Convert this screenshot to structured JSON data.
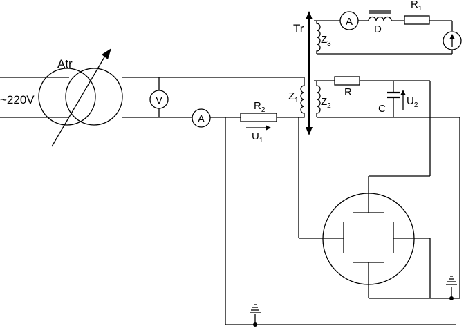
{
  "labels": {
    "source": "~220V",
    "autotransformer": "Atr",
    "transformer": "Tr",
    "voltmeter": "V",
    "ammeter_primary": "A",
    "ammeter_secondary": "A",
    "r2_main": "R",
    "r2_sub": "2",
    "u1_main": "U",
    "u1_sub": "1",
    "z1_main": "Z",
    "z1_sub": "1",
    "z2_main": "Z",
    "z2_sub": "2",
    "z3_main": "Z",
    "z3_sub": "3",
    "choke": "D",
    "r1_main": "R",
    "r1_sub": "1",
    "resistor_r": "R",
    "capacitor": "C",
    "u2_main": "U",
    "u2_sub": "2"
  },
  "colors": {
    "ink": "#000000",
    "background": "#ffffff"
  }
}
